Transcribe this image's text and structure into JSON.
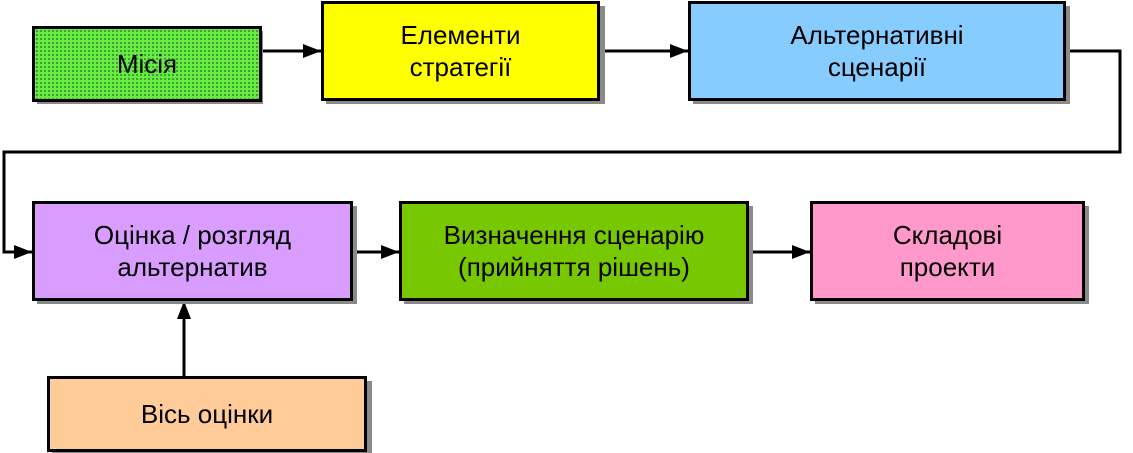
{
  "colors": {
    "mission": "#66ee44",
    "strategy_elements": "#ffff00",
    "alternative_scenarios": "#87ccff",
    "assessment": "#d99cff",
    "scenario_selection": "#77c800",
    "component_projects": "#ff99cc",
    "assessment_axis": "#ffcc99",
    "line": "#000000"
  },
  "nodes": {
    "mission": "Місія",
    "strategy_elements": "Елементи\nстратегії",
    "alternative_scenarios": "Альтернативні\nсценарії",
    "assessment": "Оцінка / розгляд\nальтернатив",
    "scenario_selection": "Визначення сценарію\n(прийняття рішень)",
    "component_projects": "Складові\nпроекти",
    "assessment_axis": "Вісь оцінки"
  }
}
